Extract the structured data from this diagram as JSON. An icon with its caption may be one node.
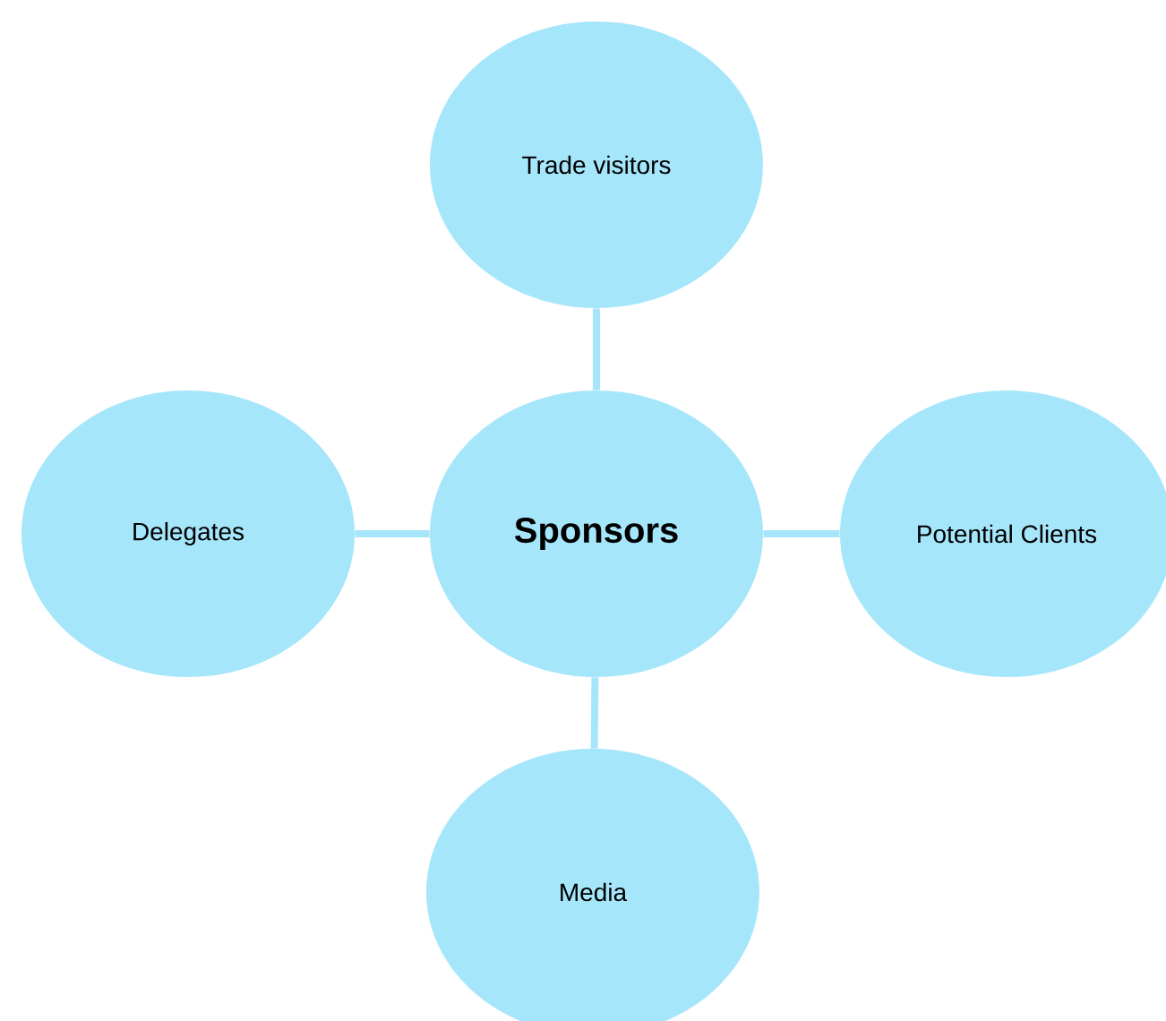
{
  "diagram": {
    "nodes": [
      {
        "text": [
          "Trade visitors"
        ]
      },
      {
        "text": [
          "Delegates"
        ]
      },
      {
        "text": [
          "Sponsors"
        ]
      },
      {
        "text": [
          "Potential Clients"
        ]
      },
      {
        "text": [
          "Media"
        ]
      }
    ],
    "edges": [
      {
        "from": 2,
        "to": 0,
        "arrow": "none"
      },
      {
        "from": 2,
        "to": 1,
        "arrow": "none"
      },
      {
        "from": 2,
        "to": 3,
        "arrow": "none"
      },
      {
        "from": 2,
        "to": 4,
        "arrow": "none"
      }
    ]
  }
}
